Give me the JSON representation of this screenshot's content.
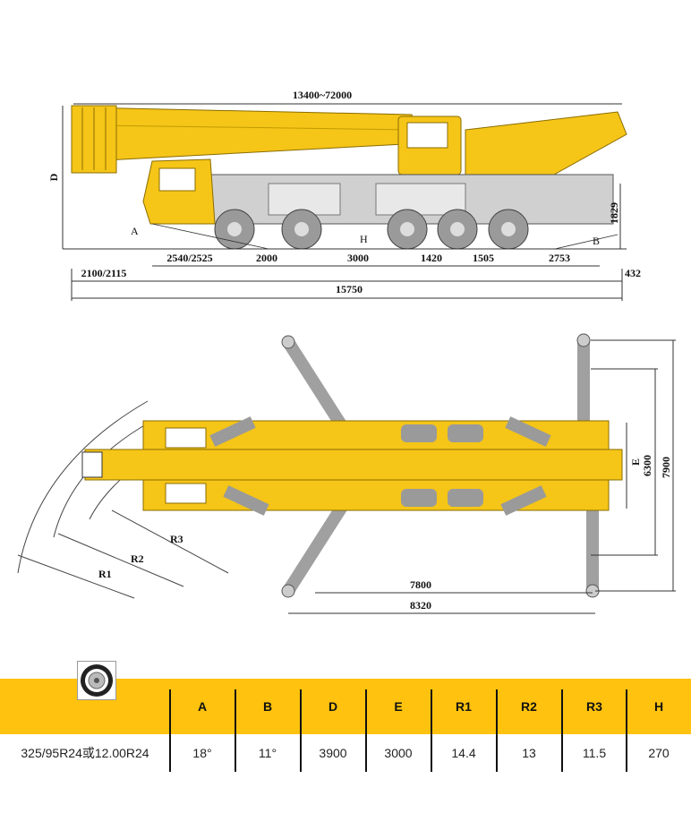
{
  "side_view": {
    "boom_length": "13400~72000",
    "height_label": "D",
    "height_rear": "1829",
    "angle_front": "A",
    "angle_rear": "B",
    "ground_clearance": "H",
    "axle_spacings": [
      "2540/2525",
      "2000",
      "3000",
      "1420",
      "1505",
      "2753"
    ],
    "front_overhang": "2100/2115",
    "rear_overhang": "432",
    "total_length": "15750"
  },
  "top_view": {
    "track_label": "E",
    "outrigger_span_inner": "6300",
    "outrigger_span_outer": "7900",
    "outrigger_length_inner": "7800",
    "outrigger_length_outer": "8320",
    "radii": [
      "R1",
      "R2",
      "R3"
    ]
  },
  "table": {
    "tire_icon": "tire-icon",
    "headers": [
      "A",
      "B",
      "D",
      "E",
      "R1",
      "R2",
      "R3",
      "H"
    ],
    "tire_spec": "325/95R24或12.00R24",
    "values": [
      "18°",
      "11°",
      "3900",
      "3000",
      "14.4",
      "13",
      "11.5",
      "270"
    ]
  },
  "colors": {
    "crane_yellow": "#f5c518",
    "header_yellow": "#ffc20e",
    "chassis_grey": "#d0d0d0",
    "wheel_grey": "#9a9a9a"
  }
}
